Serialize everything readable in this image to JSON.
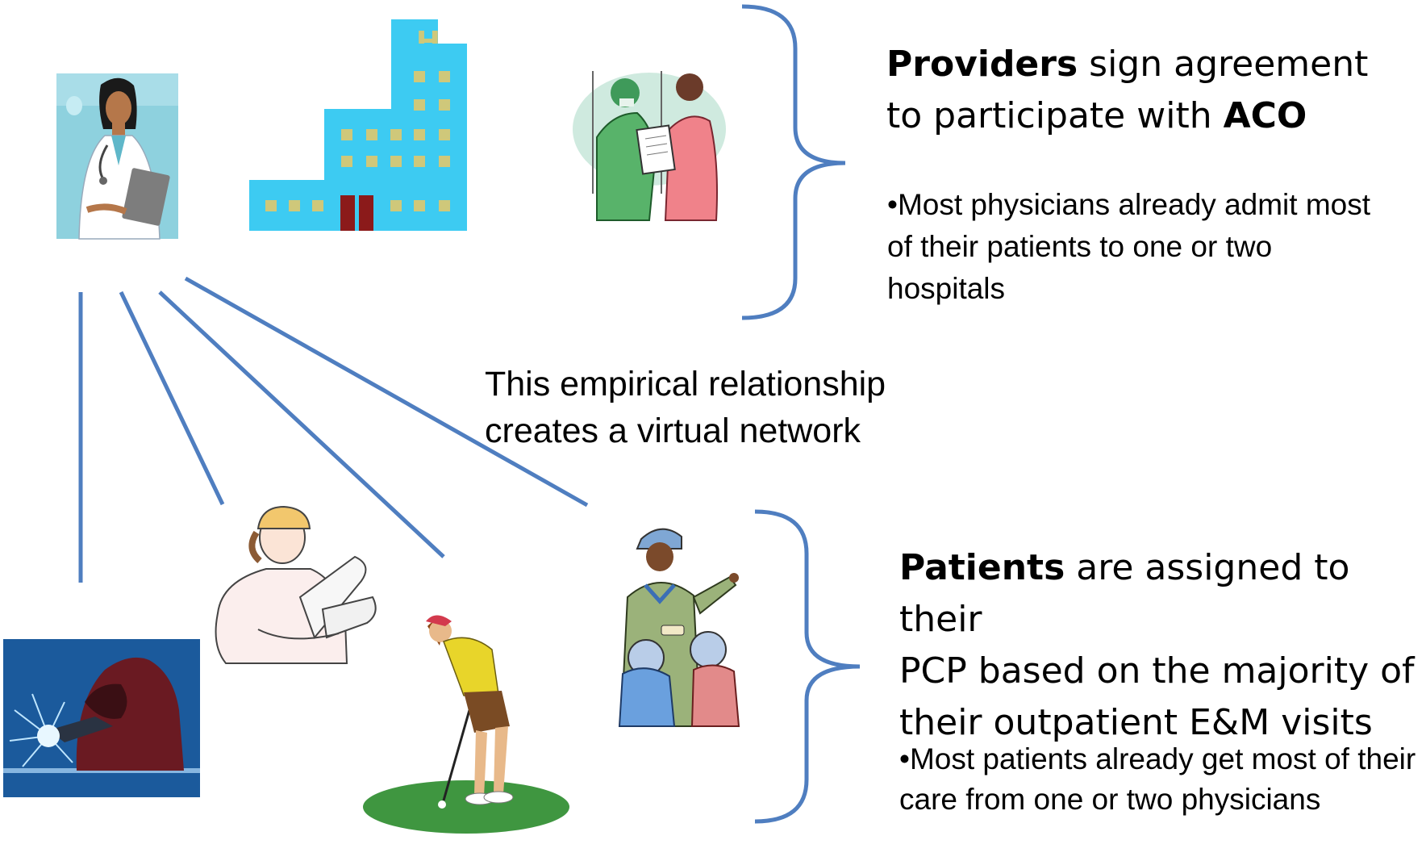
{
  "providers": {
    "bold_word": "Providers",
    "rest_line1": " sign agreement",
    "line2_prefix": "to participate with ",
    "aco": "ACO",
    "bullet": "•Most physicians already admit most of their patients to one or two hospitals"
  },
  "center_note": {
    "line1": "This empirical relationship",
    "line2": "creates a virtual network"
  },
  "patients": {
    "bold_word": "Patients",
    "rest_line1": " are assigned to their",
    "line2": "PCP based on the majority of",
    "line3": "their outpatient E&M visits",
    "bullet": "•Most patients already get most of their care from one or two physicians"
  },
  "hospital_sign": "H",
  "colors": {
    "connector": "#4f7ec0",
    "brace": "#4f7ec0",
    "hospital": "#3dcbf2",
    "hospital_window": "#cfc87a",
    "hospital_door": "#8b1a1a",
    "doctor_bg": "#8ed1de",
    "welder_bg": "#1b5a9c",
    "golf_green": "#3f9640"
  },
  "icons": [
    "doctor-icon",
    "hospital-icon",
    "surgeons-icon",
    "welder-icon",
    "engineer-icon",
    "golfer-icon",
    "tourist-family-icon"
  ]
}
